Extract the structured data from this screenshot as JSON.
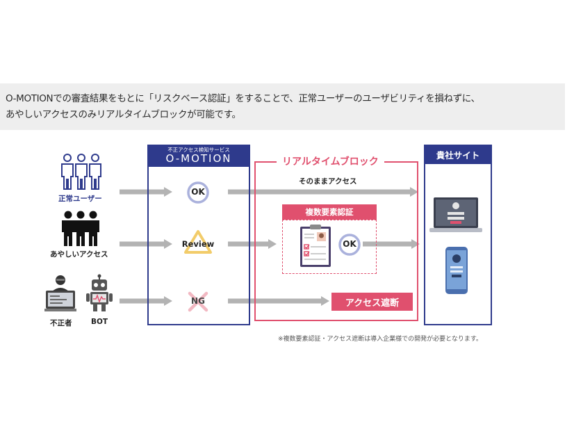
{
  "caption": {
    "line1": "O-MOTIONでの審査結果をもとに「リスクベース認証」をすることで、正常ユーザーのユーザビリティを損ねずに、",
    "line2": "あやしいアクセスのみリアルタイムブロックが可能です。"
  },
  "diagram": {
    "users": {
      "normal": "正常ユーザー",
      "suspicious": "あやしいアクセス",
      "fraud": "不正者",
      "bot": "BOT"
    },
    "service": {
      "subtitle": "不正アクセス検知サービス",
      "logo": "O-MOTION"
    },
    "verdicts": {
      "ok": "OK",
      "review": "Review",
      "ng": "NG",
      "mfa_ok": "OK"
    },
    "realtime_block": {
      "title": "リアルタイムブロック",
      "pass_label": "そのままアクセス",
      "mfa_title": "複数要素認証",
      "block_label": "アクセス遮断"
    },
    "site": {
      "title": "貴社サイト"
    },
    "note": "※複数要素認証・アクセス遮断は導入企業様での開発が必要となります。",
    "colors": {
      "navy": "#2e3a8c",
      "pink": "#e0506e",
      "arrow_gray": "#b3b3b3",
      "ok_ring": "#aab1dc",
      "review_triangle": "#f2cc6a",
      "ng_cross": "#f2b8c2"
    }
  }
}
